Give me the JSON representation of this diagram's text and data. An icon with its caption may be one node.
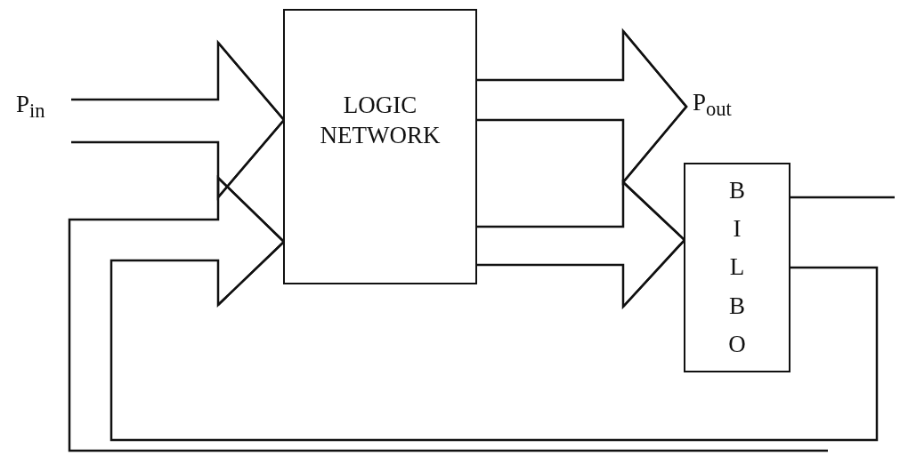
{
  "diagram": {
    "nodes": [
      {
        "text": [
          "P$_{in}$"
        ]
      },
      {
        "text": [
          "LOGIC NETWORK"
        ]
      },
      {
        "text": [
          "P$_{out}$"
        ]
      },
      {
        "text": [
          "BILBO"
        ]
      }
    ],
    "edges": [
      {
        "from": 0,
        "to": 1,
        "arrow": "to"
      },
      {
        "from": 1,
        "to": 2,
        "arrow": "to"
      },
      {
        "from": 1,
        "to": 3,
        "arrow": "to"
      },
      {
        "from": 3,
        "to": 1,
        "arrow": "to"
      },
      {
        "from": 3,
        "to": null,
        "arrow": "none"
      }
    ]
  }
}
